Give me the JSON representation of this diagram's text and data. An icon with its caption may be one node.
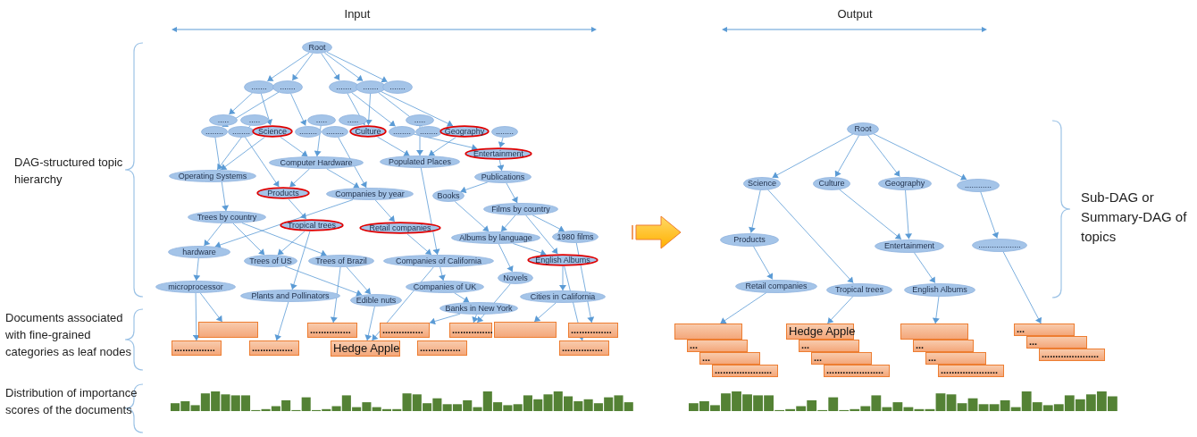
{
  "diagram": {
    "nodes": [
      {
        "text": [
          "Root"
        ]
      },
      {
        "text": [
          "......."
        ]
      },
      {
        "text": [
          "......."
        ]
      },
      {
        "text": [
          "......."
        ]
      },
      {
        "text": [
          "......."
        ]
      },
      {
        "text": [
          "......."
        ]
      },
      {
        "text": [
          "....."
        ]
      },
      {
        "text": [
          "....."
        ]
      },
      {
        "text": [
          "........"
        ]
      },
      {
        "text": [
          "........"
        ]
      },
      {
        "text": [
          "Science"
        ]
      },
      {
        "text": [
          "........"
        ]
      },
      {
        "text": [
          "....."
        ]
      },
      {
        "text": [
          "........"
        ]
      },
      {
        "text": [
          "Culture"
        ]
      },
      {
        "text": [
          "....."
        ]
      },
      {
        "text": [
          "........"
        ]
      },
      {
        "text": [
          "........"
        ]
      },
      {
        "text": [
          "....."
        ]
      },
      {
        "text": [
          "Geography"
        ]
      },
      {
        "text": [
          "........"
        ]
      },
      {
        "text": [
          "Operating Systems"
        ]
      },
      {
        "text": [
          "Computer Hardware"
        ]
      },
      {
        "text": [
          "Populated Places"
        ]
      },
      {
        "text": [
          "Entertainment"
        ]
      },
      {
        "text": [
          "Publications"
        ]
      },
      {
        "text": [
          "Products"
        ]
      },
      {
        "text": [
          "Companies by year"
        ]
      },
      {
        "text": [
          "Books"
        ]
      },
      {
        "text": [
          "Trees by country"
        ]
      },
      {
        "text": [
          "Tropical trees"
        ]
      },
      {
        "text": [
          "Retail companies"
        ]
      },
      {
        "text": [
          "Films by country"
        ]
      },
      {
        "text": [
          "Albums by language"
        ]
      },
      {
        "text": [
          "1980 films"
        ]
      },
      {
        "text": [
          "hardware"
        ]
      },
      {
        "text": [
          "Trees of US"
        ]
      },
      {
        "text": [
          "Trees of Brazil"
        ]
      },
      {
        "text": [
          "Companies of California"
        ]
      },
      {
        "text": [
          "English Albums"
        ]
      },
      {
        "text": [
          "microprocessor"
        ]
      },
      {
        "text": [
          "Plants and Pollinators"
        ]
      },
      {
        "text": [
          "Edible nuts"
        ]
      },
      {
        "text": [
          "Companies of UK"
        ]
      },
      {
        "text": [
          "Novels"
        ]
      },
      {
        "text": [
          "Cities in California"
        ]
      },
      {
        "text": [
          "Banks in New York"
        ]
      },
      {
        "text": [],
        "shape": "box"
      },
      {
        "text": [
          "..............."
        ]
      },
      {
        "text": [
          "..............."
        ]
      },
      {
        "text": [
          "..............."
        ]
      },
      {
        "text": [
          "Hedge Apple"
        ]
      },
      {
        "text": [
          "..............."
        ]
      },
      {
        "text": [
          "..............."
        ]
      },
      {
        "text": [
          "..............."
        ]
      },
      {
        "text": [],
        "shape": "box"
      },
      {
        "text": [
          "..............."
        ]
      },
      {
        "text": [
          "..............."
        ]
      },
      {
        "text": [
          "Root"
        ]
      },
      {
        "text": [
          "Science"
        ]
      },
      {
        "text": [
          "Culture"
        ]
      },
      {
        "text": [
          "Geography"
        ]
      },
      {
        "text": [
          "............"
        ]
      },
      {
        "text": [
          "Products"
        ]
      },
      {
        "text": [
          "Entertainment"
        ]
      },
      {
        "text": [
          "..................."
        ]
      },
      {
        "text": [
          "Retail companies"
        ]
      },
      {
        "text": [
          "Tropical trees"
        ]
      },
      {
        "text": [
          "English Albums"
        ]
      },
      {
        "text": [],
        "shape": "box"
      },
      {
        "text": [
          "..."
        ]
      },
      {
        "text": [
          "..."
        ]
      },
      {
        "text": [
          "....................."
        ]
      },
      {
        "text": [
          "Hedge Apple"
        ]
      },
      {
        "text": [
          "..."
        ]
      },
      {
        "text": [
          "..."
        ]
      },
      {
        "text": [
          "....................."
        ]
      },
      {
        "text": [],
        "shape": "box"
      },
      {
        "text": [
          "..."
        ]
      },
      {
        "text": [
          "..."
        ]
      },
      {
        "text": [
          "....................."
        ]
      },
      {
        "text": [
          "..."
        ]
      },
      {
        "text": [
          "..."
        ]
      },
      {
        "text": [
          "....................."
        ]
      }
    ],
    "edges": [
      {
        "from": 0,
        "to": 1,
        "arrow": "to"
      },
      {
        "from": 0,
        "to": 2,
        "arrow": "to"
      },
      {
        "from": 0,
        "to": 3,
        "arrow": "to"
      },
      {
        "from": 0,
        "to": 4,
        "arrow": "to"
      },
      {
        "from": 0,
        "to": 5,
        "arrow": "to"
      },
      {
        "from": 1,
        "to": 6,
        "arrow": "to"
      },
      {
        "from": 1,
        "to": 10,
        "arrow": "to"
      },
      {
        "from": 2,
        "to": 8,
        "arrow": "to"
      },
      {
        "from": 2,
        "to": 11,
        "arrow": "to"
      },
      {
        "from": 3,
        "to": 14,
        "arrow": "to"
      },
      {
        "from": 3,
        "to": 16,
        "arrow": "to"
      },
      {
        "from": 4,
        "to": 14,
        "arrow": "to"
      },
      {
        "from": 4,
        "to": 19,
        "arrow": "to"
      },
      {
        "from": 4,
        "to": 17,
        "arrow": "to"
      },
      {
        "from": 7,
        "to": 21,
        "arrow": "to"
      },
      {
        "from": 10,
        "to": 21,
        "arrow": "to"
      },
      {
        "from": 10,
        "to": 22,
        "arrow": "to"
      },
      {
        "from": 9,
        "to": 26,
        "arrow": "to"
      },
      {
        "from": 12,
        "to": 22,
        "arrow": "to"
      },
      {
        "from": 13,
        "to": 27,
        "arrow": "to"
      },
      {
        "from": 14,
        "to": 23,
        "arrow": "to"
      },
      {
        "from": 16,
        "to": 24,
        "arrow": "to"
      },
      {
        "from": 18,
        "to": 23,
        "arrow": "to"
      },
      {
        "from": 19,
        "to": 23,
        "arrow": "to"
      },
      {
        "from": 20,
        "to": 24,
        "arrow": "to"
      },
      {
        "from": 8,
        "to": 29,
        "arrow": "to"
      },
      {
        "from": 24,
        "to": 25,
        "arrow": "to"
      },
      {
        "from": 25,
        "to": 28,
        "arrow": "to"
      },
      {
        "from": 25,
        "to": 32,
        "arrow": "to"
      },
      {
        "from": 22,
        "to": 26,
        "arrow": "to"
      },
      {
        "from": 22,
        "to": 27,
        "arrow": "to"
      },
      {
        "from": 27,
        "to": 31,
        "arrow": "to"
      },
      {
        "from": 26,
        "to": 30,
        "arrow": "to"
      },
      {
        "from": 29,
        "to": 35,
        "arrow": "to"
      },
      {
        "from": 27,
        "to": 35,
        "arrow": "to"
      },
      {
        "from": 29,
        "to": 36,
        "arrow": "to"
      },
      {
        "from": 30,
        "to": 36,
        "arrow": "to"
      },
      {
        "from": 29,
        "to": 37,
        "arrow": "to"
      },
      {
        "from": 30,
        "to": 41,
        "arrow": "to"
      },
      {
        "from": 23,
        "to": 38,
        "arrow": "to"
      },
      {
        "from": 31,
        "to": 38,
        "arrow": "to"
      },
      {
        "from": 28,
        "to": 33,
        "arrow": "to"
      },
      {
        "from": 32,
        "to": 33,
        "arrow": "to"
      },
      {
        "from": 32,
        "to": 34,
        "arrow": "to"
      },
      {
        "from": 33,
        "to": 39,
        "arrow": "to"
      },
      {
        "from": 32,
        "to": 39,
        "arrow": "to"
      },
      {
        "from": 35,
        "to": 40,
        "arrow": "to"
      },
      {
        "from": 38,
        "to": 43,
        "arrow": "to"
      },
      {
        "from": 36,
        "to": 42,
        "arrow": "to"
      },
      {
        "from": 37,
        "to": 42,
        "arrow": "to"
      },
      {
        "from": 33,
        "to": 44,
        "arrow": "to"
      },
      {
        "from": 39,
        "to": 45,
        "arrow": "to"
      },
      {
        "from": 43,
        "to": 46,
        "arrow": "to"
      },
      {
        "from": 40,
        "to": 48,
        "arrow": "to"
      },
      {
        "from": 40,
        "to": 47,
        "arrow": "to"
      },
      {
        "from": 41,
        "to": 49,
        "arrow": "to"
      },
      {
        "from": 37,
        "to": 50,
        "arrow": "to"
      },
      {
        "from": 42,
        "to": 51,
        "arrow": "to"
      },
      {
        "from": 38,
        "to": 51,
        "arrow": "to"
      },
      {
        "from": 46,
        "to": 52,
        "arrow": "to"
      },
      {
        "from": 46,
        "to": 54,
        "arrow": "to"
      },
      {
        "from": 44,
        "to": 54,
        "arrow": "to"
      },
      {
        "from": 45,
        "to": 55,
        "arrow": "to"
      },
      {
        "from": 39,
        "to": 56,
        "arrow": "to"
      },
      {
        "from": 34,
        "to": 57,
        "arrow": "to"
      },
      {
        "from": 58,
        "to": 59,
        "arrow": "to"
      },
      {
        "from": 58,
        "to": 60,
        "arrow": "to"
      },
      {
        "from": 58,
        "to": 61,
        "arrow": "to"
      },
      {
        "from": 58,
        "to": 62,
        "arrow": "to"
      },
      {
        "from": 59,
        "to": 63,
        "arrow": "to"
      },
      {
        "from": 59,
        "to": 67,
        "arrow": "to"
      },
      {
        "from": 63,
        "to": 66,
        "arrow": "to"
      },
      {
        "from": 60,
        "to": 64,
        "arrow": "to"
      },
      {
        "from": 61,
        "to": 64,
        "arrow": "to"
      },
      {
        "from": 62,
        "to": 65,
        "arrow": "to"
      },
      {
        "from": 64,
        "to": 68,
        "arrow": "to"
      },
      {
        "from": 66,
        "to": 69,
        "arrow": "to"
      },
      {
        "from": 67,
        "to": 73,
        "arrow": "to"
      },
      {
        "from": 68,
        "to": 77,
        "arrow": "to"
      },
      {
        "from": 65,
        "to": 81,
        "arrow": "to"
      }
    ],
    "labels": [
      "Input",
      "Output",
      "DAG-structured topic hierarchy",
      "Sub-DAG or Summary-DAG of topics",
      "Documents associated with fine-grained categories as leaf nodes",
      "Distribution of importance scores of the documents"
    ]
  }
}
